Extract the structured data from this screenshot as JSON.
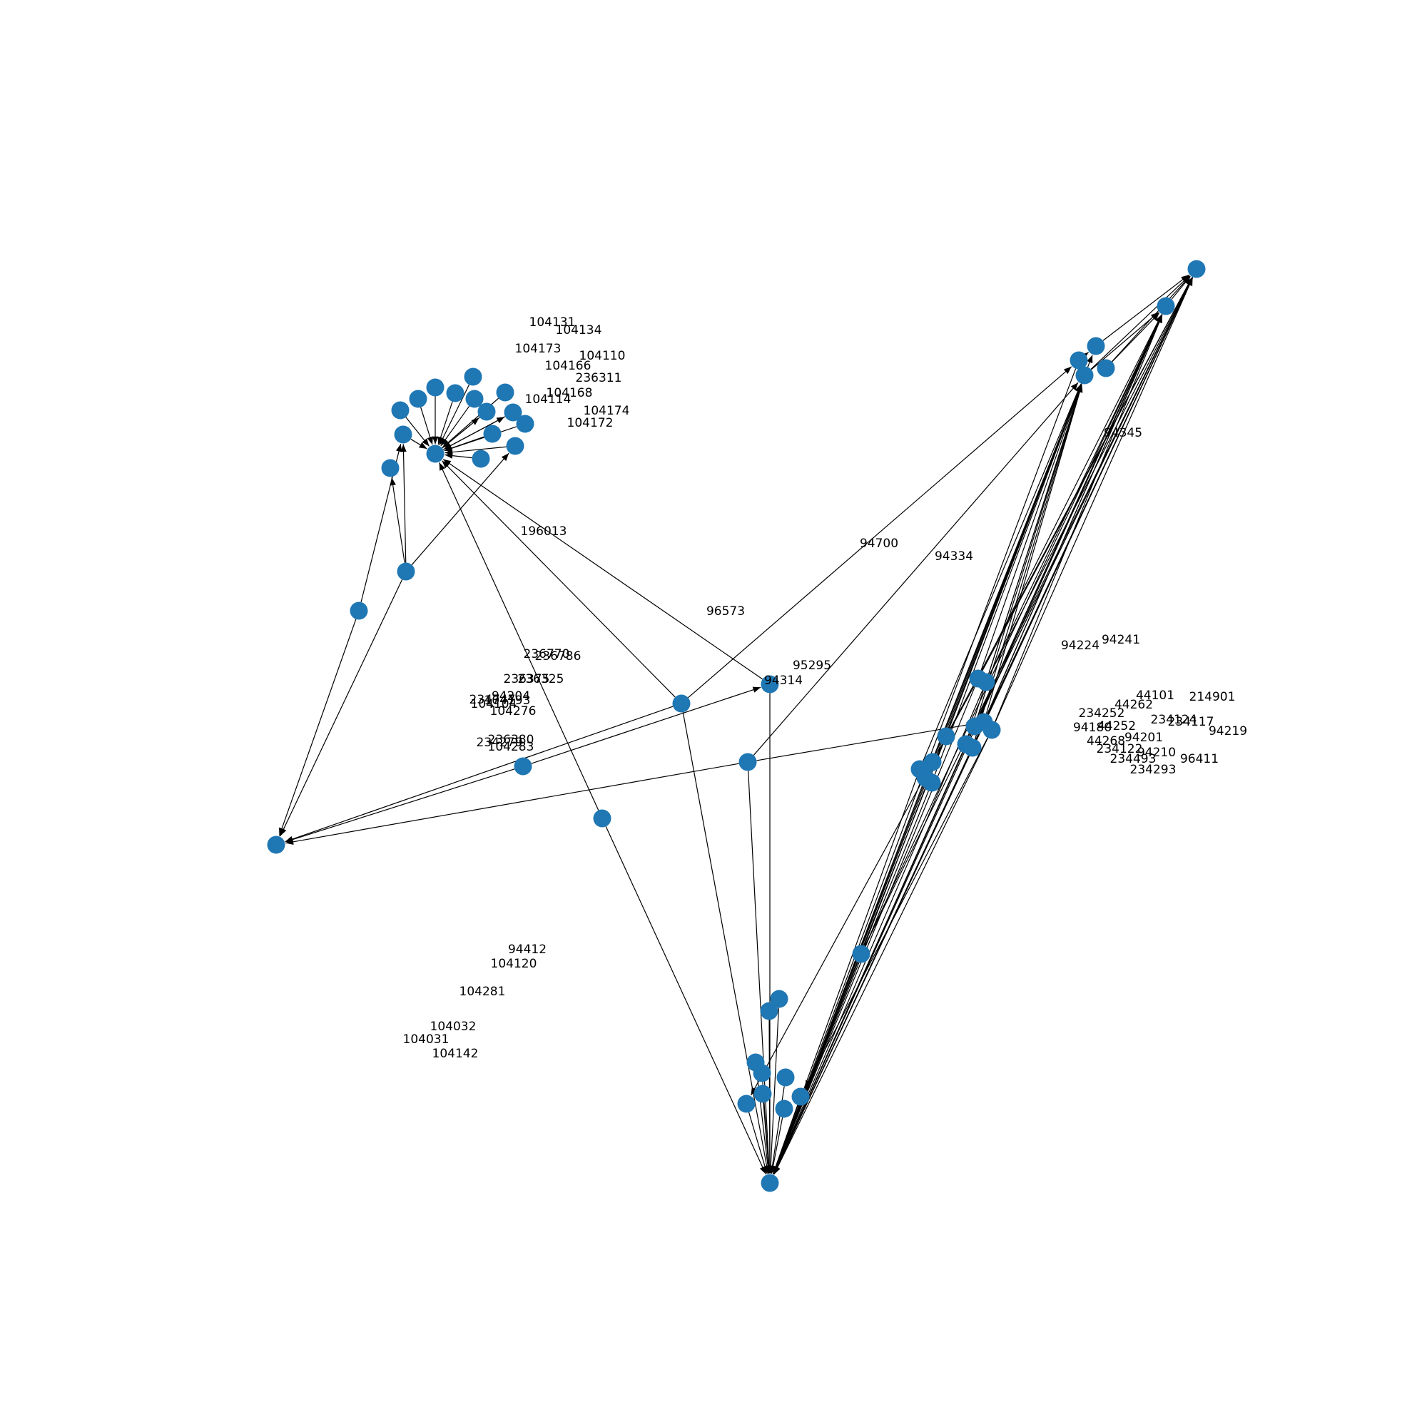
{
  "graph": {
    "node_color": "#1f77b4",
    "edge_color": "#000000",
    "directed": true,
    "labels": [
      "104131",
      "104134",
      "104173",
      "104110",
      "104166",
      "236311",
      "104168",
      "104114",
      "104174",
      "104172",
      "196013",
      "94700",
      "94334",
      "94345",
      "96573",
      "95295",
      "94314",
      "94224",
      "94241",
      "236770",
      "236786",
      "236375",
      "236325",
      "104193",
      "234747",
      "94204",
      "104104",
      "104276",
      "236380",
      "234279",
      "104283",
      "44101",
      "214901",
      "44262",
      "234252",
      "234124",
      "234117",
      "94180",
      "44252",
      "94219",
      "94201",
      "44268",
      "234122",
      "94210",
      "234493",
      "96411",
      "234293",
      "94412",
      "104120",
      "104281",
      "104032",
      "104031",
      "104142"
    ]
  }
}
